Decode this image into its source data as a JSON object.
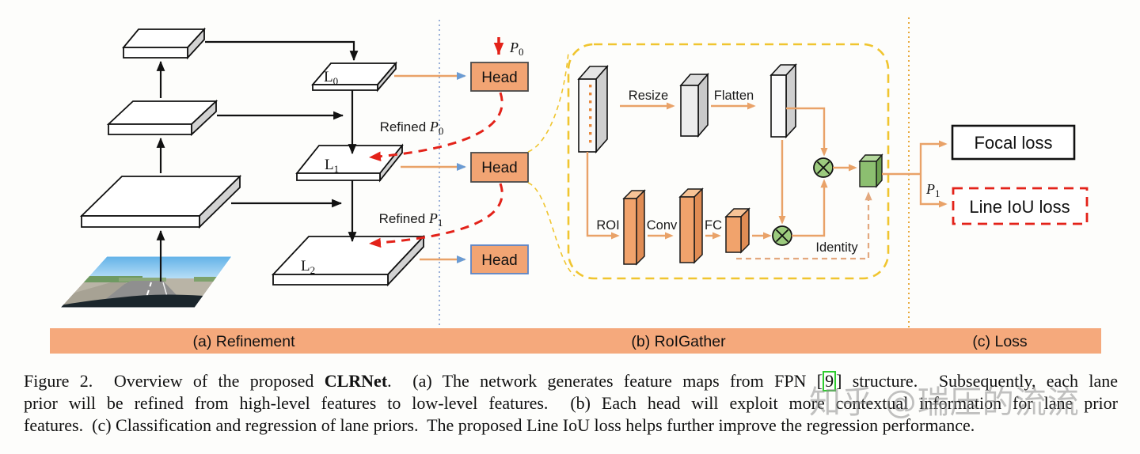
{
  "colors": {
    "banner": "#f5a97c",
    "head_fill": "#f2a473",
    "arrow_orange": "#e9a268",
    "arrow_blue": "#6b9bd2",
    "arrow_red": "#e32219",
    "dashed_yellow": "#f0c52f",
    "green_node": "#9ccb7e",
    "green_box": "#8cbf70",
    "citation_green": "#2ecc2e"
  },
  "refinement": {
    "section_label": "(a) Refinement",
    "head_label": "Head",
    "levels": [
      {
        "main": "L",
        "sub": "0"
      },
      {
        "main": "L",
        "sub": "1"
      },
      {
        "main": "L",
        "sub": "2"
      }
    ],
    "p0": {
      "main": "P",
      "sub": "0"
    },
    "refined_p0": {
      "prefix": "Refined ",
      "main": "P",
      "sub": "0"
    },
    "refined_p1": {
      "prefix": "Refined ",
      "main": "P",
      "sub": "1"
    }
  },
  "roigather": {
    "section_label": "(b) RoIGather",
    "resize_label": "Resize",
    "flatten_label": "Flatten",
    "roi_label": "ROI",
    "conv_label": "Conv",
    "fc_label": "FC",
    "identity_label": "Identity"
  },
  "loss": {
    "section_label": "(c) Loss",
    "p1": {
      "main": "P",
      "sub": "1"
    },
    "focal_label": "Focal loss",
    "line_iou_label": "Line IoU loss"
  },
  "caption": {
    "line1_pre": "Figure 2.  Overview of the proposed ",
    "line1_bold": "CLRNet",
    "line1_mid": ".  (a) The network generates feature maps from FPN [",
    "line1_cite": "9",
    "line1_post": "] structure.  Subsequently, each lane",
    "line2": "prior will be refined from high-level features to low-level features.  (b) Each head will exploit more contextual information for lane prior",
    "line3": "features.  (c) Classification and regression of lane priors.  The proposed Line IoU loss helps further improve the regression performance."
  },
  "watermark": "知乎 @瑞压的流流"
}
